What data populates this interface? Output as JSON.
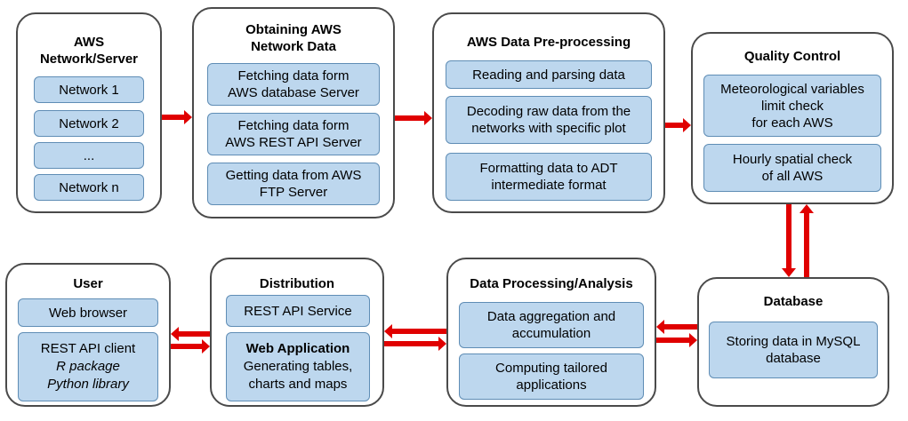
{
  "colors": {
    "box_fill": "#bdd7ee",
    "box_border": "#5f8db5",
    "panel_border": "#4a4a4a",
    "arrow": "#e00000"
  },
  "panels": {
    "aws_network": {
      "title": "AWS\nNetwork/Server",
      "items": [
        "Network 1",
        "Network 2",
        "...",
        "Network n"
      ]
    },
    "obtaining": {
      "title": "Obtaining AWS\nNetwork Data",
      "items": [
        "Fetching data form\nAWS database Server",
        "Fetching data form\nAWS REST API Server",
        "Getting data from AWS\nFTP Server"
      ]
    },
    "preprocessing": {
      "title": "AWS Data Pre-processing",
      "items": [
        "Reading and parsing data",
        "Decoding raw data from the\nnetworks with specific plot",
        "Formatting data to ADT\nintermediate format"
      ]
    },
    "quality": {
      "title": "Quality Control",
      "items": [
        "Meteorological variables\nlimit check\nfor each AWS",
        "Hourly spatial check\nof all AWS"
      ]
    },
    "database": {
      "title": "Database",
      "items": [
        "Storing data in MySQL\ndatabase"
      ]
    },
    "analysis": {
      "title": "Data Processing/Analysis",
      "items": [
        "Data aggregation and\naccumulation",
        "Computing tailored\napplications"
      ]
    },
    "distribution": {
      "title": "Distribution",
      "rest": "REST API Service",
      "web_title": "Web Application",
      "web_desc": "Generating tables,\ncharts and maps"
    },
    "user": {
      "title": "User",
      "browser": "Web browser",
      "client": "REST API client",
      "r_pkg": "R package",
      "py_lib": "Python library"
    }
  }
}
